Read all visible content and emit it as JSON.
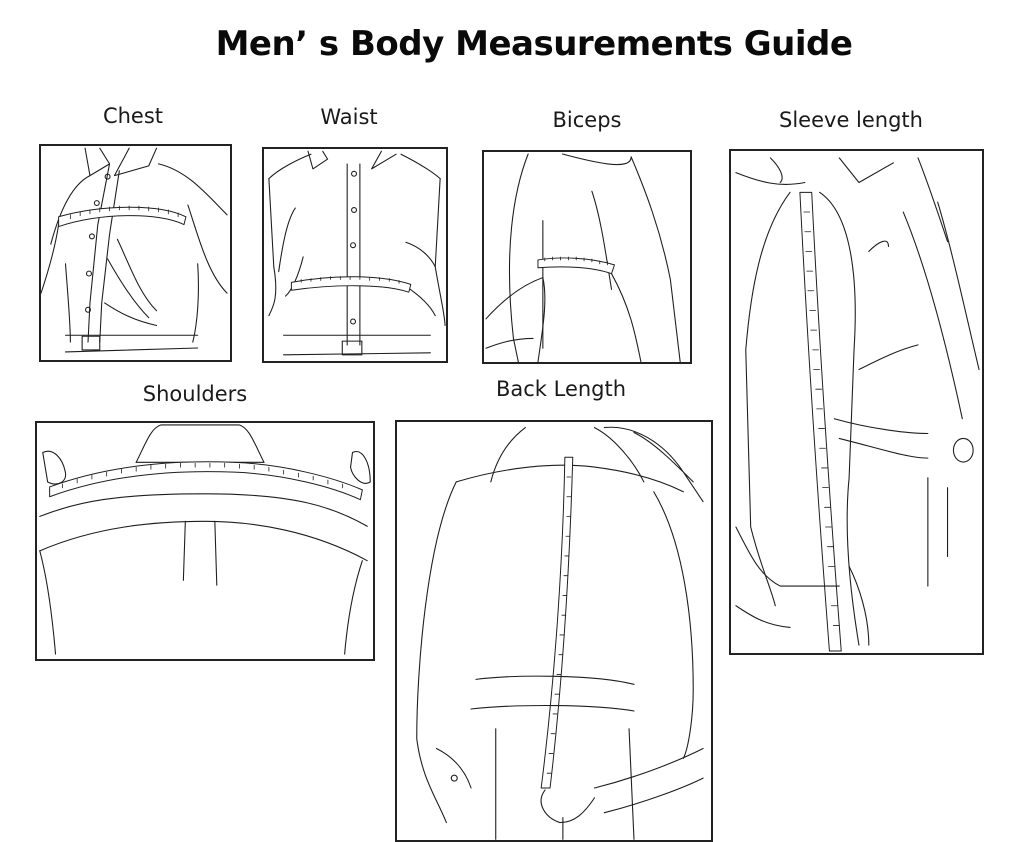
{
  "title": "Men’ s Body Measurements Guide",
  "panels": [
    {
      "id": "chest",
      "label": "Chest"
    },
    {
      "id": "waist",
      "label": "Waist"
    },
    {
      "id": "biceps",
      "label": "Biceps"
    },
    {
      "id": "sleeve",
      "label": "Sleeve length"
    },
    {
      "id": "shoulders",
      "label": "Shoulders"
    },
    {
      "id": "back",
      "label": "Back Length"
    }
  ],
  "colors": {
    "background": "#ffffff",
    "line": "#1e1e1e",
    "text": "#111111"
  }
}
